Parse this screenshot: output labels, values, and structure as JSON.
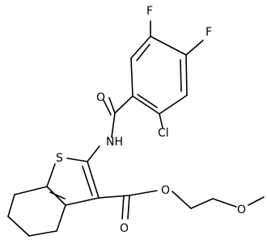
{
  "molecule": {
    "atoms": {
      "F_top": "F",
      "F_right": "F",
      "O_amide": "O",
      "NH": "NH",
      "Cl": "Cl",
      "S": "S",
      "O_carbonyl": "O",
      "O_ester": "O",
      "O_methoxy": "O"
    }
  }
}
